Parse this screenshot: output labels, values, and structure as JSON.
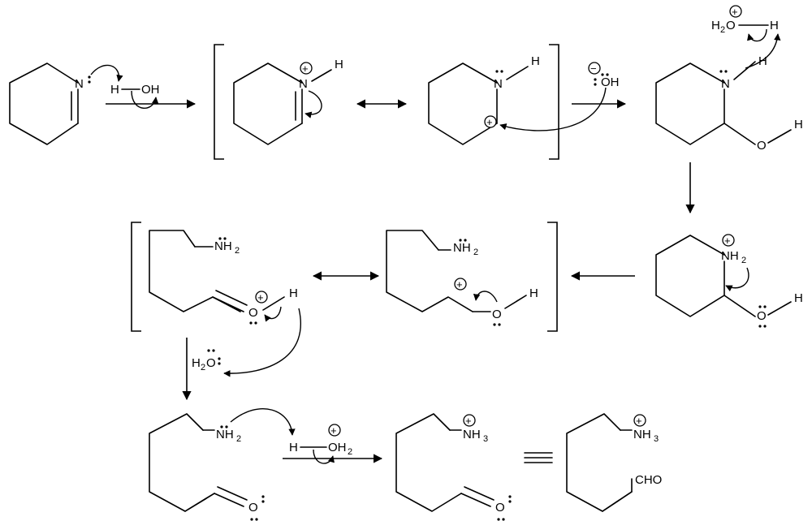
{
  "labels": {
    "n": "N",
    "h": "H",
    "oh": "OH",
    "o": "O",
    "nh": "NH",
    "h2o": "H",
    "o_after_h2": "O",
    "oh2_o": "OH",
    "nh3_nh": "NH",
    "cho": "CHO",
    "sub2": "2",
    "sub3": "3",
    "plus": "+",
    "minus": "−"
  },
  "colors": {
    "ink": "#000000",
    "background": "#ffffff"
  }
}
